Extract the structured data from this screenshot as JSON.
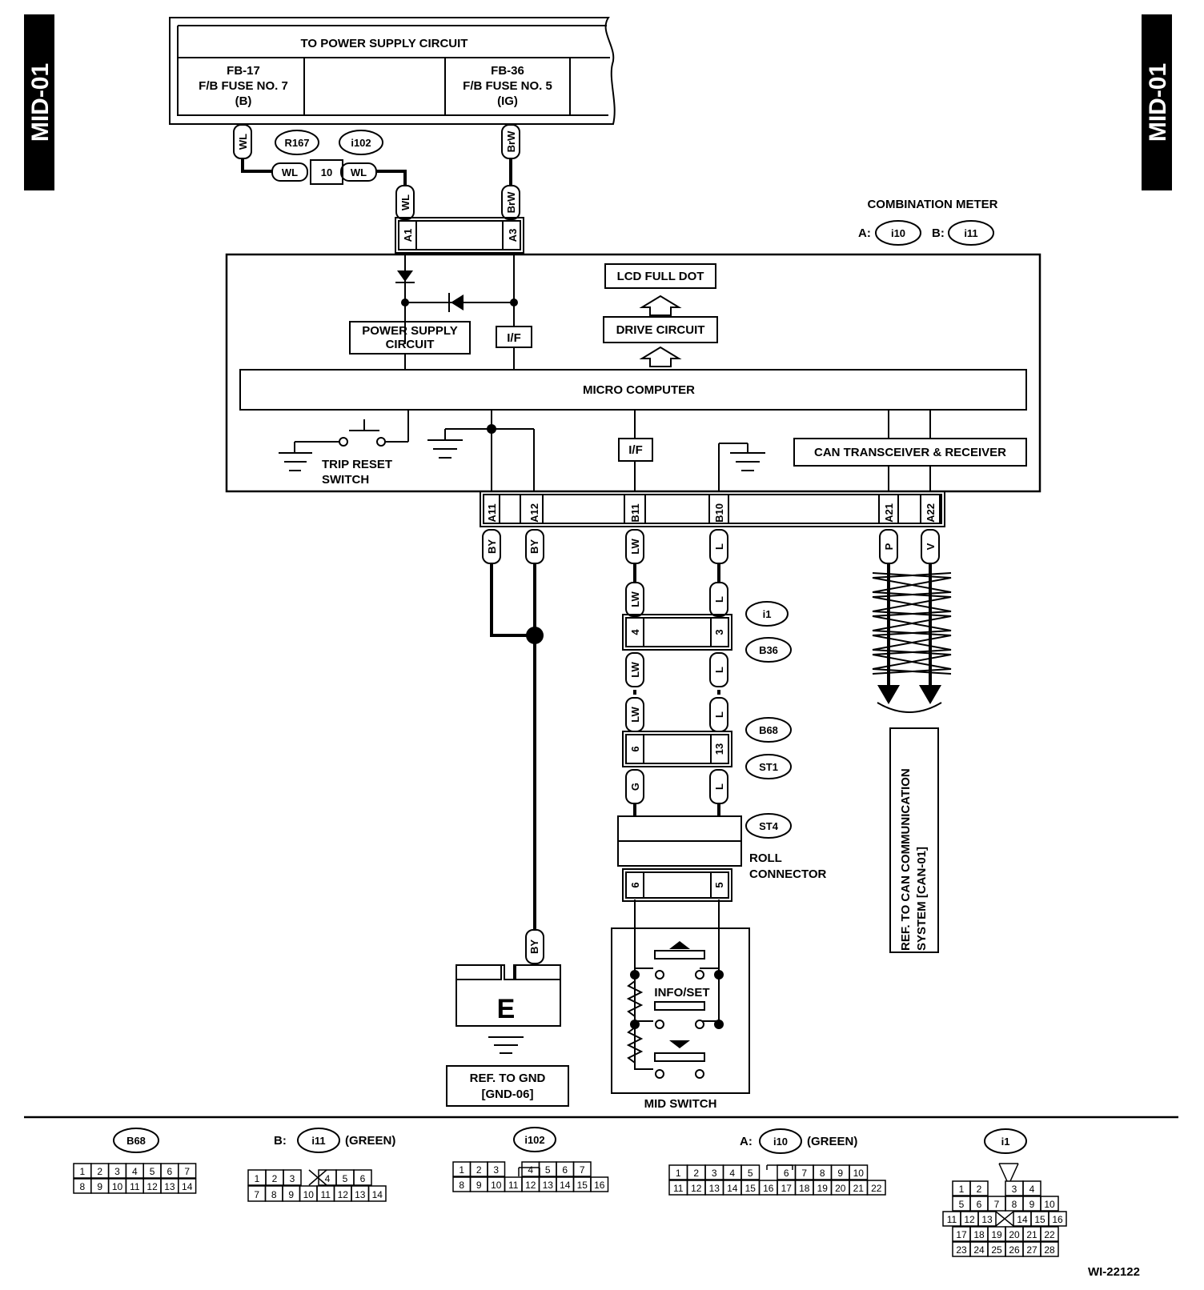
{
  "side_tab_left": "MID-01",
  "side_tab_right": "MID-01",
  "power_supply": {
    "title": "TO POWER SUPPLY CIRCUIT",
    "fuse_left": [
      "FB-17",
      "F/B FUSE NO. 7",
      "(B)"
    ],
    "fuse_right": [
      "FB-36",
      "F/B FUSE NO. 5",
      "(IG)"
    ]
  },
  "connectors_top": {
    "r167": "R167",
    "i102": "i102",
    "pin10": "10"
  },
  "wires": {
    "wl": "WL",
    "brw": "BrW",
    "by": "BY",
    "lw": "LW",
    "l": "L",
    "g": "G",
    "p": "P",
    "v": "V"
  },
  "pins": {
    "a1": "A1",
    "a3": "A3",
    "a11": "A11",
    "a12": "A12",
    "b11": "B11",
    "b10": "B10",
    "a21": "A21",
    "a22": "A22",
    "p4": "4",
    "p3": "3",
    "p6": "6",
    "p13": "13",
    "p6b": "6",
    "p5": "5"
  },
  "combination_meter": {
    "title": "COMBINATION METER",
    "a_label": "A:",
    "a_conn": "i10",
    "b_label": "B:",
    "b_conn": "i11"
  },
  "blocks": {
    "lcd": "LCD FULL DOT",
    "drive": "DRIVE CIRCUIT",
    "power_supply_circuit": [
      "POWER SUPPLY",
      "CIRCUIT"
    ],
    "if_top": "I/F",
    "micro": "MICRO COMPUTER",
    "trip_reset": [
      "TRIP RESET",
      "SWITCH"
    ],
    "if_bottom": "I/F",
    "can": "CAN TRANSCEIVER & RECEIVER"
  },
  "mid_connectors": {
    "i1": "i1",
    "b36": "B36",
    "b68": "B68",
    "st1": "ST1",
    "st4": "ST4"
  },
  "roll_connector": [
    "ROLL",
    "CONNECTOR"
  ],
  "mid_switch": {
    "label": "MID SWITCH",
    "info": "INFO/SET"
  },
  "ground": {
    "letter": "E",
    "ref": [
      "REF. TO GND",
      "[GND-06]"
    ]
  },
  "can_ref": [
    "REF. TO CAN COMMUNICATION",
    "SYSTEM [CAN-01]"
  ],
  "legend": {
    "b68": {
      "name": "B68",
      "row1": [
        "1",
        "2",
        "3",
        "4",
        "5",
        "6",
        "7"
      ],
      "row2": [
        "8",
        "9",
        "10",
        "11",
        "12",
        "13",
        "14"
      ]
    },
    "i11": {
      "prefix": "B:",
      "name": "i11",
      "color": "(GREEN)",
      "row1": [
        "1",
        "2",
        "3",
        "",
        "4",
        "5",
        "6"
      ],
      "row2": [
        "7",
        "8",
        "9",
        "10",
        "11",
        "12",
        "13",
        "14"
      ]
    },
    "i102": {
      "name": "i102",
      "row1": [
        "1",
        "2",
        "3",
        "",
        "4",
        "5",
        "6",
        "7"
      ],
      "row2": [
        "8",
        "9",
        "10",
        "11",
        "12",
        "13",
        "14",
        "15",
        "16"
      ]
    },
    "i10": {
      "prefix": "A:",
      "name": "i10",
      "color": "(GREEN)",
      "row1": [
        "1",
        "2",
        "3",
        "4",
        "5",
        "",
        "6",
        "7",
        "8",
        "9",
        "10"
      ],
      "row2": [
        "11",
        "12",
        "13",
        "14",
        "15",
        "16",
        "17",
        "18",
        "19",
        "20",
        "21",
        "22"
      ]
    },
    "i1": {
      "name": "i1",
      "row1": [
        "1",
        "2",
        "",
        "3",
        "4"
      ],
      "row2": [
        "5",
        "6",
        "7",
        "8",
        "9",
        "10"
      ],
      "row3": [
        "11",
        "12",
        "13",
        "",
        "14",
        "15",
        "16"
      ],
      "row4": [
        "17",
        "18",
        "19",
        "20",
        "21",
        "22"
      ],
      "row5": [
        "23",
        "24",
        "25",
        "26",
        "27",
        "28"
      ]
    }
  },
  "figure_code": "WI-22122"
}
